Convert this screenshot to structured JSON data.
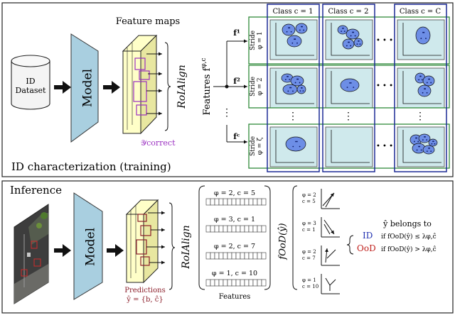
{
  "top": {
    "dataset_label_1": "ID",
    "dataset_label_2": "Dataset",
    "model_label": "Model",
    "feature_maps_label": "Feature maps",
    "roialign_label": "RoIAlign",
    "y_correct_label": "𝒴correct",
    "features_label": "Features f",
    "features_sup": "φ,c",
    "stride_f1": "f¹",
    "stride_f2": "f²",
    "stride_fz": "fᶜ",
    "section_caption": "ID characterization (training)",
    "class_headers": [
      "Class c = 1",
      "Class c = 2",
      "Class c = C"
    ],
    "stride_labels": [
      {
        "title": "Stride",
        "value": "φ = 1"
      },
      {
        "title": "Stride",
        "value": "φ = 2"
      },
      {
        "title": "Stride",
        "value": "φ = ζ"
      }
    ],
    "ellipsis": "• • •",
    "v_ellipsis": "⋮"
  },
  "bottom": {
    "section_title": "Inference",
    "model_label": "Model",
    "roialign_label": "RoIAlign",
    "predictions_label": "Predictions",
    "predictions_formula": "ŷ = {b, ĉ}",
    "features_caption": "Features",
    "feature_rows": [
      "φ = 2, c = 5",
      "φ = 3, c = 1",
      "φ = 2, c = 7",
      "φ = 1, c = 10"
    ],
    "f_ood_label": "fOoD(ŷ)",
    "score_rows": [
      {
        "phi": "φ = 2",
        "c": "c = 5"
      },
      {
        "phi": "φ = 3",
        "c": "c = 1"
      },
      {
        "phi": "φ = 2",
        "c": "c = 7"
      },
      {
        "phi": "φ = 1",
        "c": "c = 10"
      }
    ],
    "belongs_to": "ŷ belongs to",
    "id_label": "ID",
    "id_condition": "if fOoD(ŷ) ≤ λφ,ĉ",
    "ood_label": "OoD",
    "ood_condition": "if fOoD(ŷ) > λφ,ĉ"
  },
  "colors": {
    "model_fill": "#a9cfe0",
    "cell_fill": "#cfe9ec",
    "class_border": "#1c2a96",
    "stride_border": "#2f8a3a",
    "cluster_fill": "#6d8ee6",
    "id_color": "#1f2fb0",
    "ood_color": "#c0201c",
    "purple": "#9a2fc0",
    "maroon": "#8b1e2a"
  }
}
